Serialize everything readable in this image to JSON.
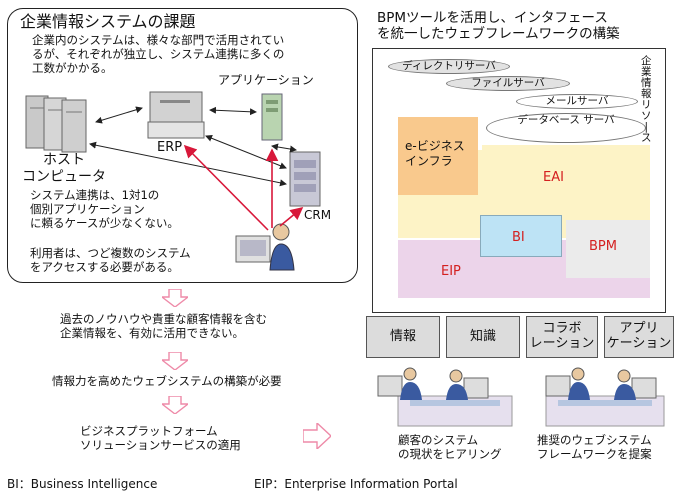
{
  "left": {
    "title": "企業情報システムの課題",
    "intro": "企業内のシステムは、様々な部門で活用されてい\nるが、それぞれが独立し、システム連携に多くの\n工数がかかる。",
    "app_label": "アプリケーション",
    "host_label": "ホスト\nコンピュータ",
    "erp_label": "ERP",
    "crm_label": "CRM",
    "note1": "システム連携は、1対1の\n個別アプリケーション\nに頼るケースが少なくない。",
    "note2": "利用者は、つど複数のシステム\nをアクセスする必要がある。"
  },
  "flow": {
    "step1": "過去のノウハウや貴重な顧客情報を含む\n企業情報を、有効に活用できない。",
    "step2": "情報力を高めたウェブシステムの構築が必要",
    "step3": "ビジネスプラットフォーム\nソリューションサービスの適用"
  },
  "right": {
    "title": "BPMツールを活用し、インタフェース\nを統一したウェブフレームワークの構築",
    "resources_label": "企\n業\n情\n報\nリ\nソ\n|\nス",
    "servers": [
      "ディレクトリサーバ",
      "ファイルサーバ",
      "メールサーバ",
      "データベース\nサーバ"
    ],
    "ebiz_label": "e-ビジネス\nインフラ",
    "eai_label": "EAI",
    "bi_label": "BI",
    "bpm_label": "BPM",
    "eip_label": "EIP",
    "tabs": [
      "情報",
      "知識",
      "コラボ\nレーション",
      "アプリ\nケーション"
    ],
    "caption_left": "顧客のシステム\nの現状をヒアリング",
    "caption_right": "推奨のウェブシステム\nフレームワークを提案"
  },
  "footer": {
    "bi_def": "BI：Business Intelligence",
    "eip_def": "EIP：Enterprise Information Portal"
  },
  "colors": {
    "ebiz": "#f9c98d",
    "eai": "#fdf3c6",
    "eip": "#ecd4ea",
    "bi": "#bde3f5",
    "bpm": "#ebebeb",
    "tab": "#dcdcdc",
    "red_text": "#d42020",
    "arrow_pink": "#ee8aa8",
    "red_arrow": "#d8183a"
  }
}
